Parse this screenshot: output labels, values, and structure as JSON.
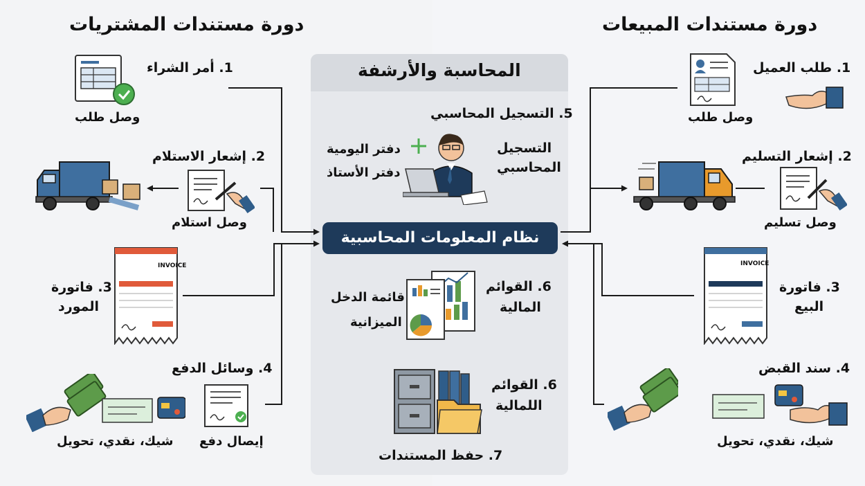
{
  "titles": {
    "purchases": "دورة مستندات المشتريات",
    "sales": "دورة مستندات المبيعات",
    "center": "المحاسبة والأرشفة"
  },
  "purchases": {
    "step1": {
      "title": "1. أمر الشراء",
      "caption": "وصل طلب"
    },
    "step2": {
      "title": "2. إشعار الاستلام",
      "caption": "وصل استلام"
    },
    "step3": {
      "title_line1": "3. فاتورة",
      "title_line2": "المورد"
    },
    "step4": {
      "title": "4. وسائل الدفع",
      "caption_receipt": "إيصال دفع",
      "caption_methods": "شيك، نقدي، تحويل"
    }
  },
  "sales": {
    "step1": {
      "title": "1. طلب العميل",
      "caption": "وصل طلب"
    },
    "step2": {
      "title": "2. إشعار التسليم",
      "caption": "وصل تسليم"
    },
    "step3": {
      "title_line1": "3. فاتورة",
      "title_line2": "البيع"
    },
    "step4": {
      "title": "4. سند القبض",
      "caption_methods": "شيك، نقدي، تحويل"
    }
  },
  "center": {
    "recording": {
      "title": "5. التسجيل المحاسبي",
      "right_line1": "التسجيل",
      "right_line2": "المحاسبي",
      "left_line1": "دفتر اليومية",
      "left_line2": "دفتر الأستاذ"
    },
    "system": "نظام المعلومات المحاسبية",
    "statements": {
      "title_line1": "6. القوائم",
      "title_line2": "المالية",
      "left_line1": "قائمة الدخل",
      "left_line2": "الميزانية"
    },
    "archive": {
      "title_line1": "6. القوائم",
      "title_line2": "اللمالية",
      "footer": "7. حفظ المستندات"
    }
  },
  "invoice_word": "INVOICE",
  "colors": {
    "navy": "#1e3a5a",
    "truck_blue": "#3f6f9f",
    "truck_orange": "#e89a2c",
    "money_green": "#5d9b4a",
    "check_green": "#4caf50",
    "invoice_red": "#e05a3a",
    "sleeve": "#2f5d8a"
  }
}
